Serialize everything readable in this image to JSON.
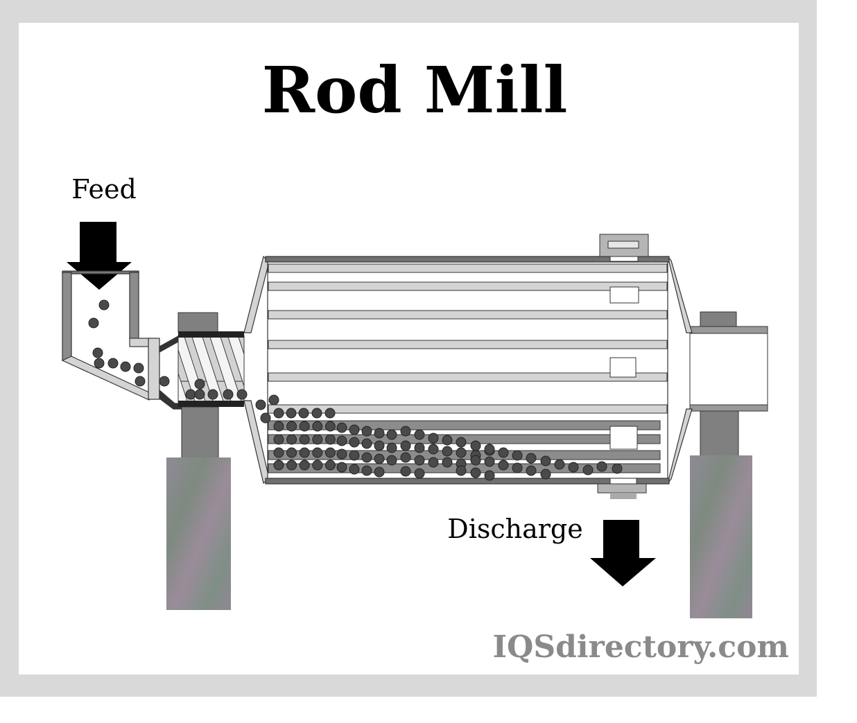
{
  "title": "Rod Mill",
  "labels": {
    "feed": "Feed",
    "discharge": "Discharge"
  },
  "watermark": "IQSdirectory.com",
  "colors": {
    "frame": "#d9d9d9",
    "rod_light": "#d4d4d4",
    "rod_dark": "#8c8c8c",
    "ball": "#4a4a4a",
    "pillar": "#808080"
  }
}
